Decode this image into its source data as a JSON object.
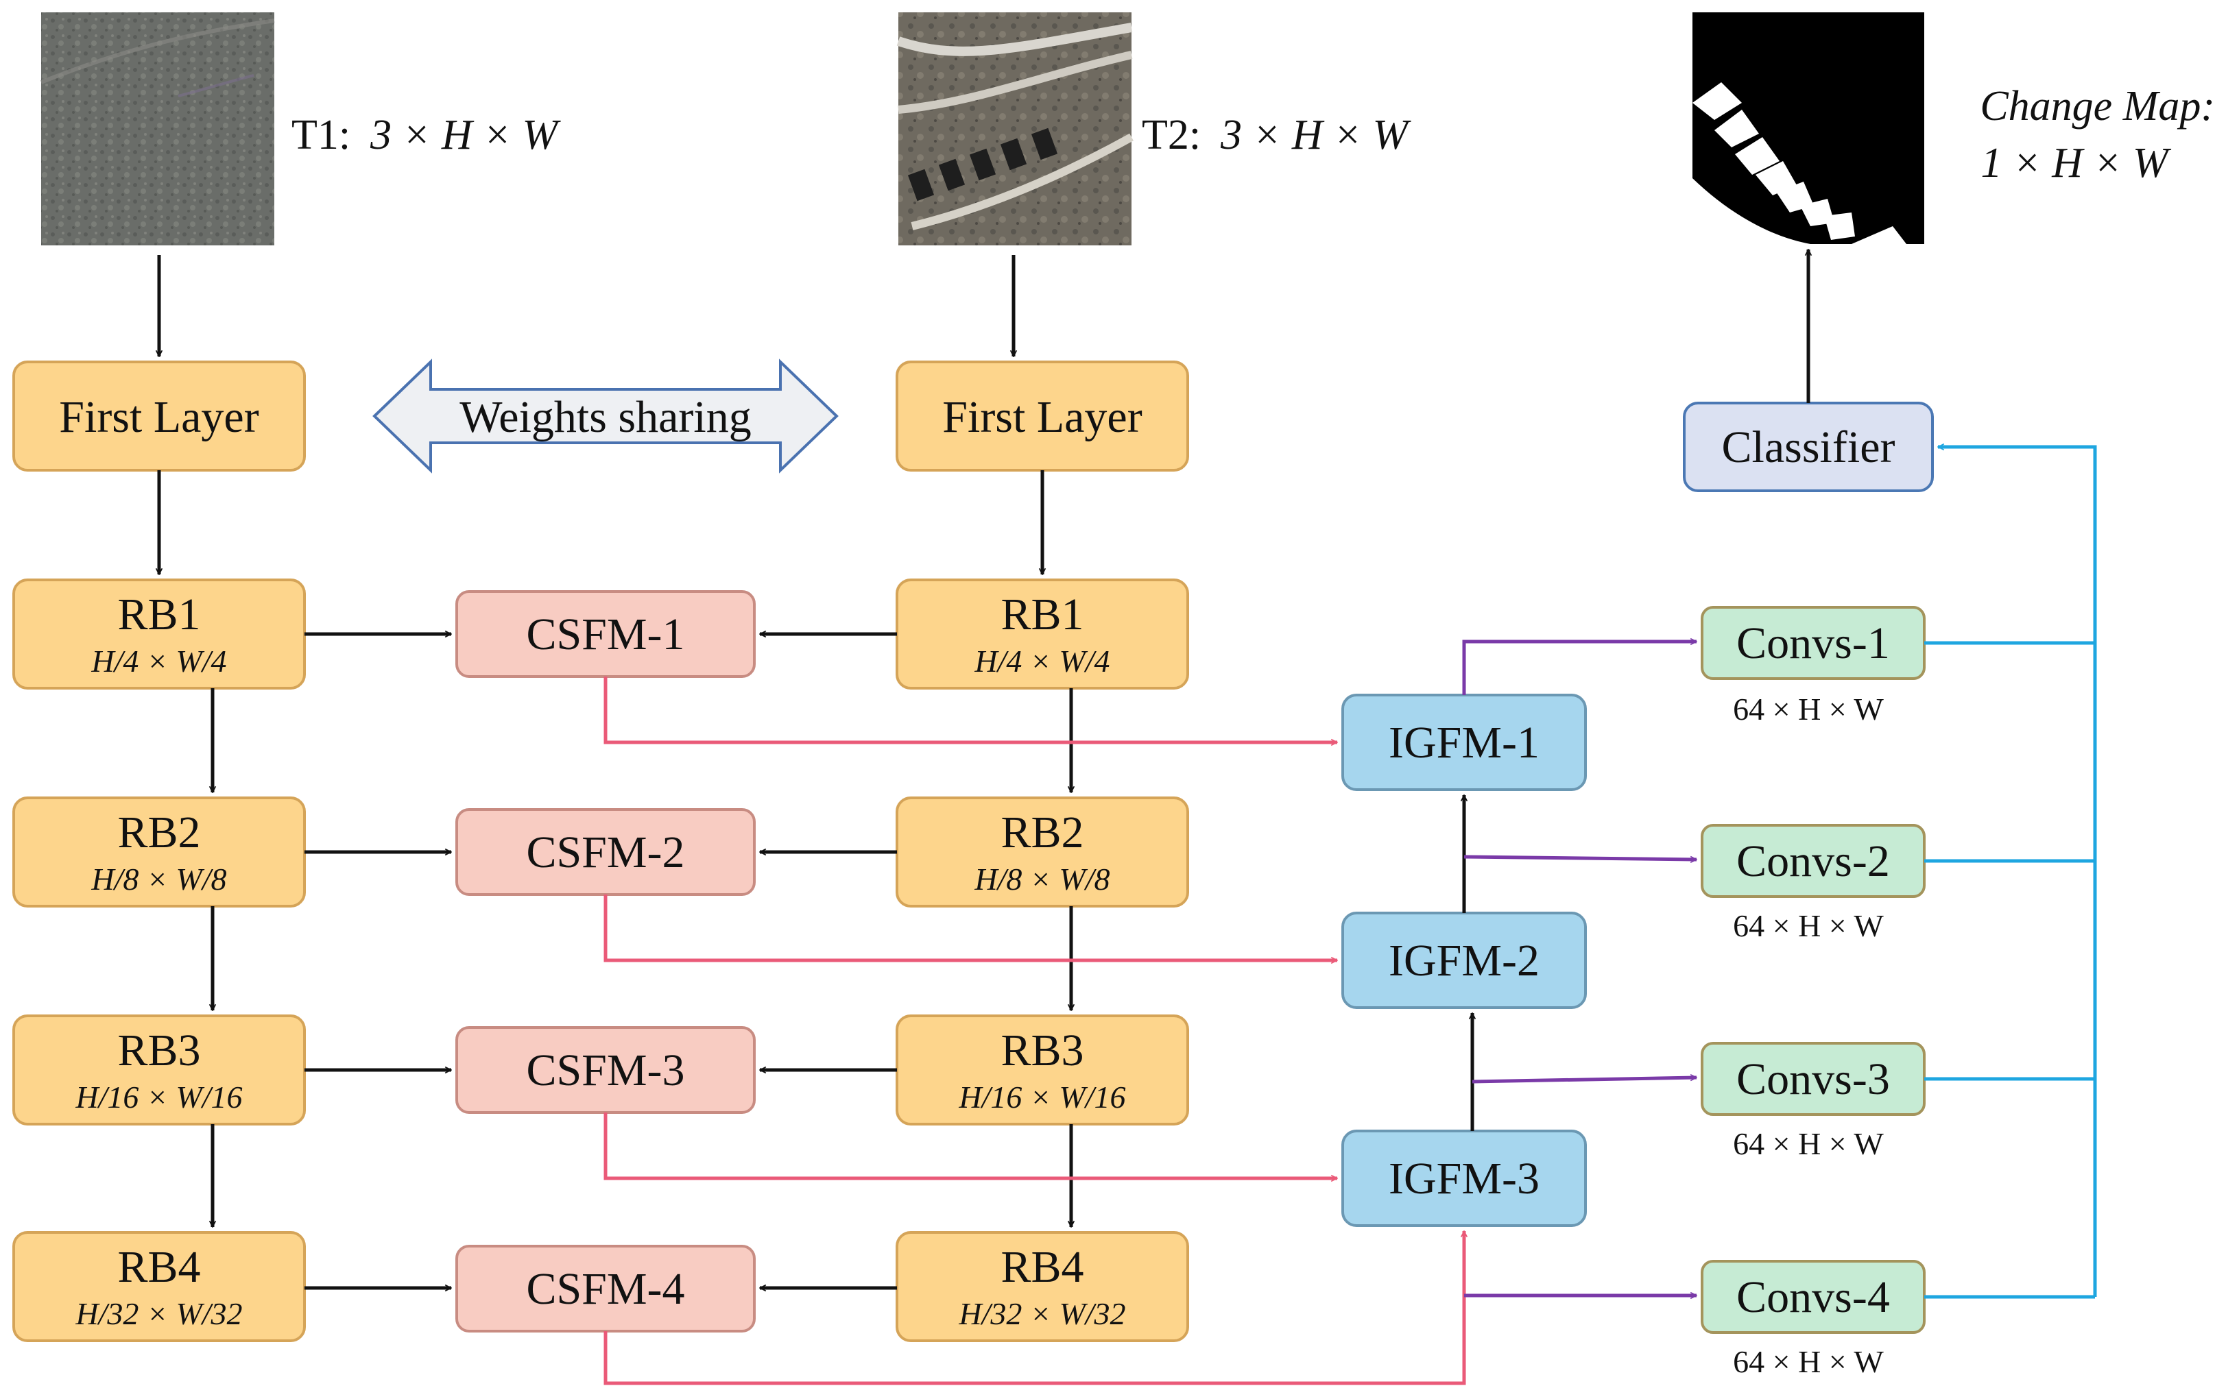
{
  "colors": {
    "rb_fill": "#fdd58c",
    "rb_stroke": "#d5a458",
    "csfm_fill": "#f8ccc2",
    "csfm_stroke": "#c88c82",
    "igfm_fill": "#a6d6ee",
    "igfm_stroke": "#6b98b3",
    "convs_fill": "#c6ebd4",
    "convs_stroke": "#a4945c",
    "classifier_fill": "#dbe1f2",
    "classifier_stroke": "#4b78b4",
    "share_fill": "#eef0f3",
    "share_stroke": "#4a72b0",
    "black": "#111111",
    "pink": "#ea5a78",
    "purple": "#7a3aa8",
    "cyan": "#1ea6e0"
  },
  "inputs": {
    "t1": {
      "prefix": "T1:",
      "dims": "3 × H × W"
    },
    "t2": {
      "prefix": "T2:",
      "dims": "3 × H × W"
    }
  },
  "output": {
    "line1": "Change Map:",
    "line2": "1 × H × W"
  },
  "shared": {
    "first_layer": "First Layer",
    "weights_sharing": "Weights sharing",
    "classifier": "Classifier"
  },
  "rb_blocks": [
    {
      "name": "RB1",
      "size": "H/4 × W/4"
    },
    {
      "name": "RB2",
      "size": "H/8 × W/8"
    },
    {
      "name": "RB3",
      "size": "H/16 × W/16"
    },
    {
      "name": "RB4",
      "size": "H/32 × W/32"
    }
  ],
  "csfm": [
    "CSFM-1",
    "CSFM-2",
    "CSFM-3",
    "CSFM-4"
  ],
  "igfm": [
    "IGFM-1",
    "IGFM-2",
    "IGFM-3"
  ],
  "convs": [
    {
      "name": "Convs-1",
      "dims": "64 × H × W"
    },
    {
      "name": "Convs-2",
      "dims": "64 × H × W"
    },
    {
      "name": "Convs-3",
      "dims": "64 × H × W"
    },
    {
      "name": "Convs-4",
      "dims": "64 × H × W"
    }
  ],
  "images": {
    "t1": "t1-aerial-image",
    "t2": "t2-aerial-image",
    "map": "change-map-image"
  }
}
